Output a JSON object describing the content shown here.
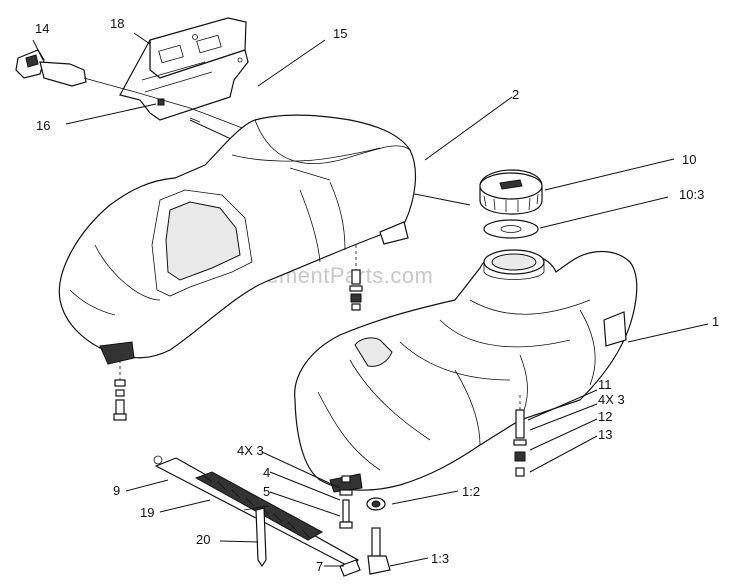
{
  "watermark": "eReplacementParts.com",
  "callouts": [
    {
      "id": "lbl-14",
      "text": "14"
    },
    {
      "id": "lbl-18",
      "text": "18"
    },
    {
      "id": "lbl-15",
      "text": "15"
    },
    {
      "id": "lbl-16",
      "text": "16"
    },
    {
      "id": "lbl-2",
      "text": "2"
    },
    {
      "id": "lbl-10",
      "text": "10"
    },
    {
      "id": "lbl-10-3",
      "text": "10:3"
    },
    {
      "id": "lbl-1",
      "text": "1"
    },
    {
      "id": "lbl-11",
      "text": "11"
    },
    {
      "id": "lbl-4x3-right",
      "text": "4X 3"
    },
    {
      "id": "lbl-12",
      "text": "12"
    },
    {
      "id": "lbl-13",
      "text": "13"
    },
    {
      "id": "lbl-4x3-left",
      "text": "4X 3"
    },
    {
      "id": "lbl-4",
      "text": "4"
    },
    {
      "id": "lbl-5",
      "text": "5"
    },
    {
      "id": "lbl-9",
      "text": "9"
    },
    {
      "id": "lbl-19",
      "text": "19"
    },
    {
      "id": "lbl-20",
      "text": "20"
    },
    {
      "id": "lbl-1-2",
      "text": "1:2"
    },
    {
      "id": "lbl-7",
      "text": "7"
    },
    {
      "id": "lbl-1-3",
      "text": "1:3"
    }
  ]
}
